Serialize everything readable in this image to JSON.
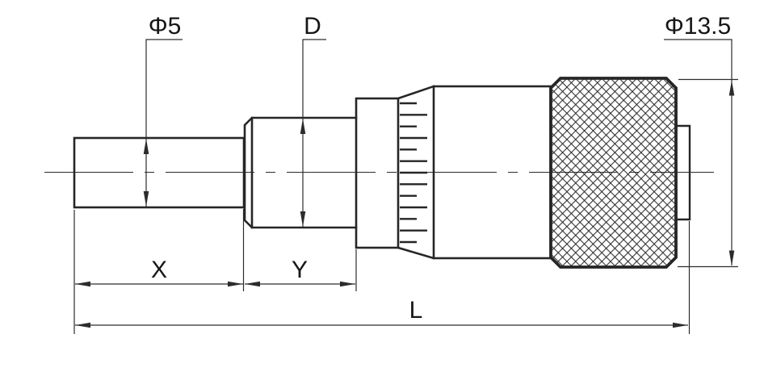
{
  "labels": {
    "spindle_diameter": "Φ5",
    "stem_diameter": "D",
    "thimble_diameter": "Φ13.5",
    "length_x": "X",
    "length_y": "Y",
    "length_overall": "L"
  },
  "colors": {
    "background": "#ffffff",
    "line": "#262626",
    "dimension": "#2c2c2c",
    "text": "#161616"
  }
}
